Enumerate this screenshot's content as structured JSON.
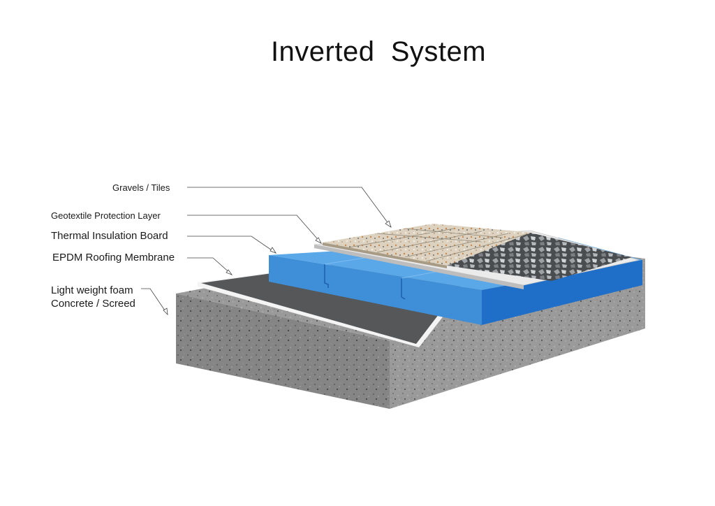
{
  "title": "Inverted  System",
  "labels": {
    "gravels": "Gravels / Tiles",
    "geotextile": "Geotextile Protection Layer",
    "insulation": "Thermal Insulation Board",
    "membrane": "EPDM Roofing Membrane",
    "concrete_line1": "Light weight foam",
    "concrete_line2": "Concrete / Screed"
  },
  "colors": {
    "concrete": "#9a9a9a",
    "membrane": "#555759",
    "insulation": "#3f8fd8",
    "geotextile": "#ebebeb",
    "tiles": "#d9cbb4",
    "gravel": "#5a5d60"
  }
}
